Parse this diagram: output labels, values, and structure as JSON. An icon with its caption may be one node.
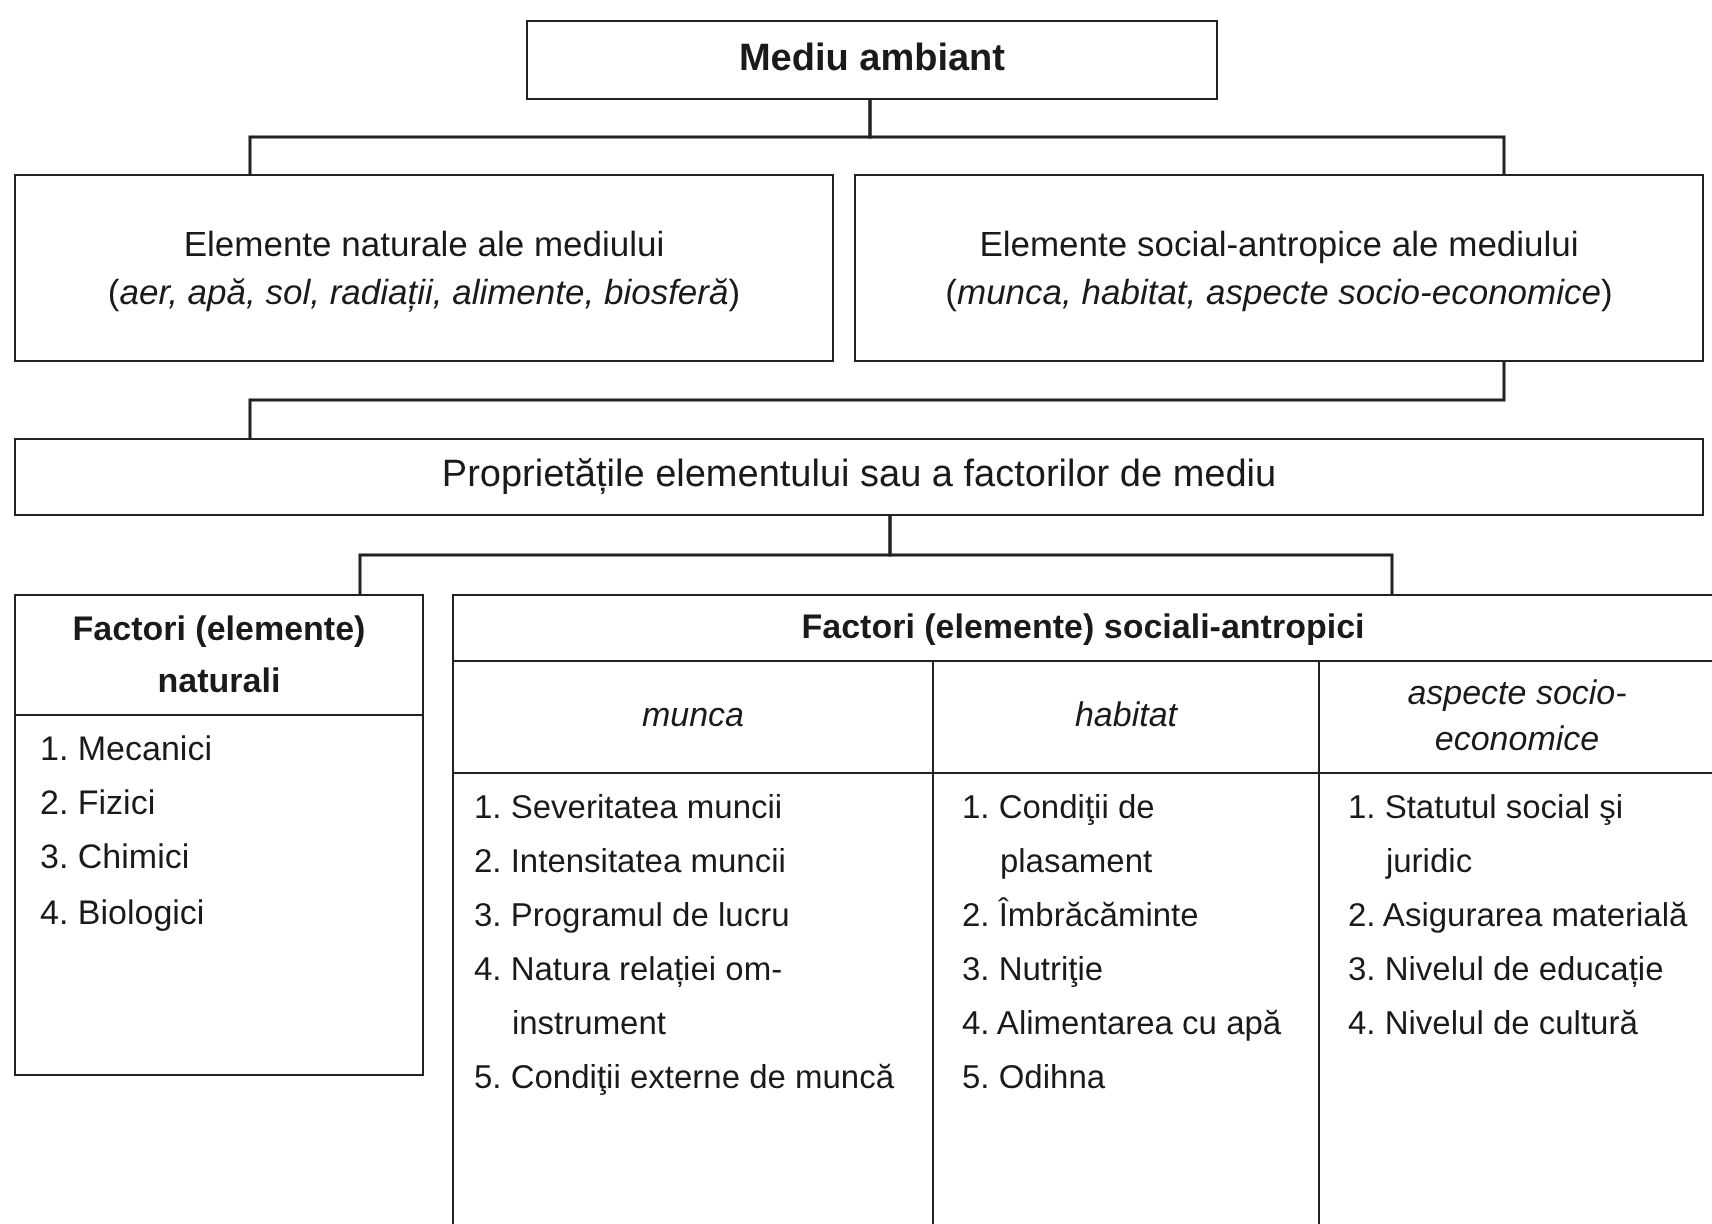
{
  "diagram": {
    "nodes": [
      {
        "text": [
          "Mediu ambiant"
        ]
      },
      {
        "text": [
          "Elemente naturale ale mediului",
          "(*aer, apă, sol, radiații, alimente, biosferă*)"
        ]
      },
      {
        "text": [
          "Elemente social-antropice ale mediului",
          "(*munca, habitat, aspecte socio-economice*)"
        ]
      },
      {
        "text": [
          "Proprietățile elementului sau a factorilor de mediu"
        ]
      },
      {
        "text": [
          "Factori (elemente) naturali",
          "1. Mecanici",
          "2. Fizici",
          "3. Chimici",
          "4. Biologici"
        ]
      },
      {
        "text": [
          "Factori (elemente) sociali-antropici"
        ]
      },
      {
        "text": [
          "munca",
          "1. Severitatea muncii",
          "2. Intensitatea muncii",
          "3. Programul de lucru",
          "4. Natura relației om-instrument",
          "5. Condiţii externe de muncă"
        ],
        "in": 5
      },
      {
        "text": [
          "habitat",
          "1. Condiţii de plasament",
          "2. Îmbrăcăminte",
          "3. Nutriţie",
          "4. Alimentarea cu apă",
          "5. Odihna"
        ],
        "in": 5
      },
      {
        "text": [
          "aspecte socio-economice",
          "1. Statutul social şi juridic",
          "2. Asigurarea materială",
          "3. Nivelul de educație",
          "4. Nivelul de cultură"
        ],
        "in": 5
      }
    ],
    "edges": [
      {
        "from": 0,
        "to": 1,
        "arrow": "none"
      },
      {
        "from": 0,
        "to": 2,
        "arrow": "none"
      },
      {
        "from": 2,
        "to": 3,
        "arrow": "none"
      },
      {
        "from": 3,
        "to": 4,
        "arrow": "none"
      },
      {
        "from": 3,
        "to": 5,
        "arrow": "none"
      }
    ]
  }
}
